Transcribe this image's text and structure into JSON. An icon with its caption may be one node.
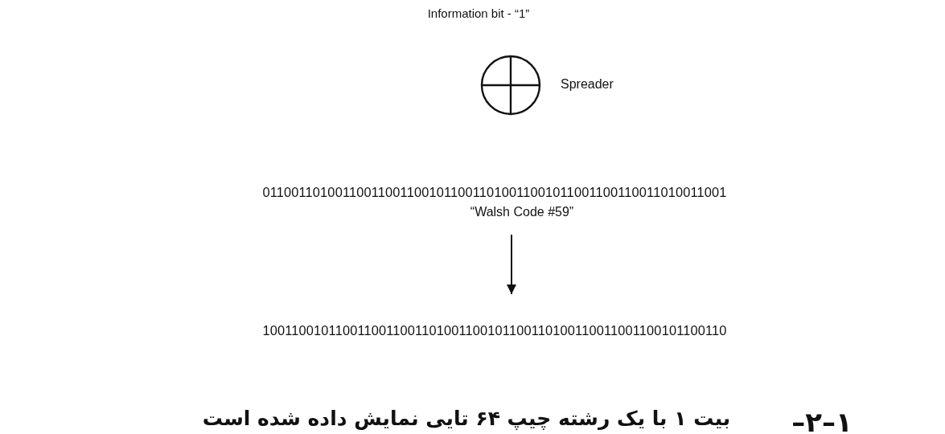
{
  "diagram": {
    "caption": "بیت ۱ با یک رشته چیپ ۶۴ تایی نمایش داده شده است",
    "nodes": [
      {
        "text": [],
        "shape": "circle",
        "beside": [
          "Spreader"
        ]
      },
      {
        "text": [
          "0110011010011001100110010110011010011001011001100110011010011001",
          "“Walsh Code #59”"
        ]
      },
      {
        "text": [
          "1001100101100110011001101001100101100110100110011001100101100110"
        ]
      }
    ],
    "edges": [
      {
        "from": 1,
        "to": 2,
        "arrow": "to"
      }
    ],
    "labels": [
      "Information bit - “1”",
      "۱–۲–"
    ]
  }
}
